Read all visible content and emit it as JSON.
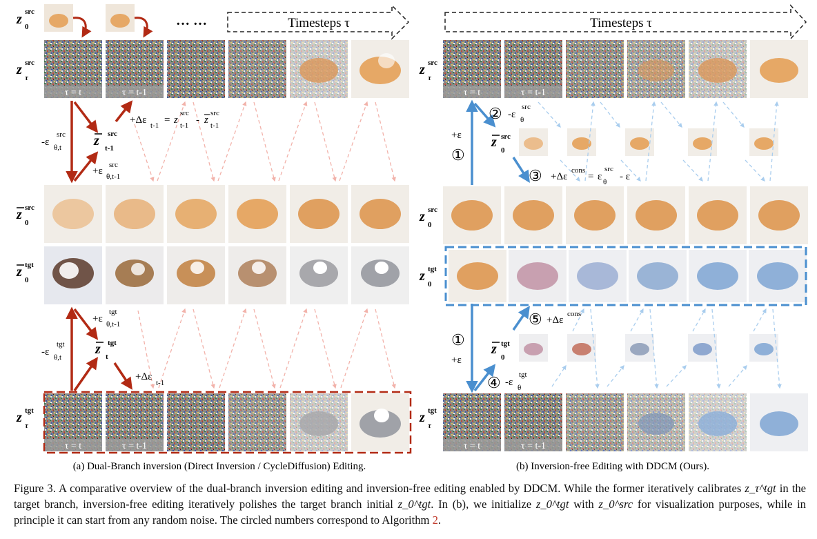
{
  "timesteps_label": "Timesteps τ",
  "ellipsis": "… …",
  "left_rows": [
    "z_τ^src",
    "z̄_0^src",
    "z̄_0^tgt",
    "z_τ^tgt"
  ],
  "right_rows": [
    "z_τ^src",
    "z_0^src",
    "z_0^tgt",
    "z_τ^tgt"
  ],
  "tau_labels": [
    "τ = t",
    "τ = t-1"
  ],
  "left_labels": {
    "eps_src_t": "-εθ,t src",
    "zbar_src_t1": "z̄ src t-1",
    "eps_src_t1": "+εθ,t-1 src",
    "delta_src": "+Δε t-1 = z src t-1 - z̄ src t-1",
    "eps_tgt_t1": "+εθ,t-1 tgt",
    "zbar_tgt_t": "z̄ tgt t",
    "eps_tgt_t": "-εθ,t tgt",
    "delta_tgt": "+Δε t-1"
  },
  "right_labels": {
    "step1": "①",
    "step2": "②",
    "step3": "③",
    "step4": "④",
    "step5": "⑤",
    "plus_eps": "+ε",
    "eps_src": "-εθ src",
    "zbar0_src": "z̄0 src",
    "delta_cons": "+Δε cons = εθ src - ε",
    "zbar0_tgt": "z̄0 tgt",
    "eps_tgt": "-εθ tgt",
    "delta_cons_tgt": "+Δε cons"
  },
  "subcaption_a": "(a) Dual-Branch inversion (Direct Inversion / CycleDiffusion) Editing.",
  "subcaption_b": "(b) Inversion-free Editing with DDCM (Ours).",
  "caption": {
    "p1": "Figure 3.  A comparative overview of the dual-branch inversion editing and inversion-free editing enabled by DDCM. While the former iteratively calibrates ",
    "m1": "z_τ^tgt",
    "p2": " in the target branch, inversion-free editing iteratively polishes the target branch initial ",
    "m2": "z_0^tgt",
    "p3": ". In (b), we initialize ",
    "m3": "z_0^tgt",
    "p4": " with ",
    "m4": "z_0^src",
    "p5": " for visualization purposes, while in principle it can start from any random noise. The circled numbers correspond to Algorithm ",
    "ref": "2",
    "p6": "."
  },
  "colors": {
    "red": "#b22a14",
    "blue": "#4a8fcf",
    "light_red": "#f2b2aa",
    "light_blue": "#a9cdee"
  }
}
